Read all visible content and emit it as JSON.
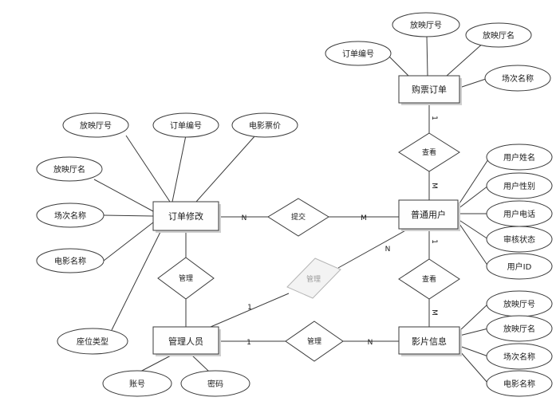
{
  "entities": {
    "order_purchase": "购票订单",
    "order_edit": "订单修改",
    "normal_user": "普通用户",
    "admin": "管理人员",
    "movie_info": "影片信息"
  },
  "relationships": {
    "view_order": "查看",
    "submit": "提交",
    "manage_order": "管理",
    "manage_user": "管理",
    "view_movie": "查看",
    "manage_movie": "管理"
  },
  "attributes": {
    "purchase": [
      "订单编号",
      "放映厅号",
      "放映厅名",
      "场次名称"
    ],
    "order_edit": [
      "放映厅号",
      "订单编号",
      "电影票价",
      "放映厅名",
      "场次名称",
      "电影名称",
      "座位类型"
    ],
    "user": [
      "用户姓名",
      "用户性别",
      "用户电话",
      "审核状态",
      "用户ID"
    ],
    "admin": [
      "账号",
      "密码"
    ],
    "movie": [
      "放映厅号",
      "放映厅名",
      "场次名称",
      "电影名称"
    ]
  },
  "cardinality": {
    "purchase_view": "1",
    "user_view": "M",
    "edit_submit": "N",
    "user_submit": "M",
    "user_manage": "N",
    "admin_manage_user": "1",
    "admin_manage_movie": "1",
    "movie_manage": "N",
    "user_view_movie": "1",
    "movie_view": "M"
  }
}
